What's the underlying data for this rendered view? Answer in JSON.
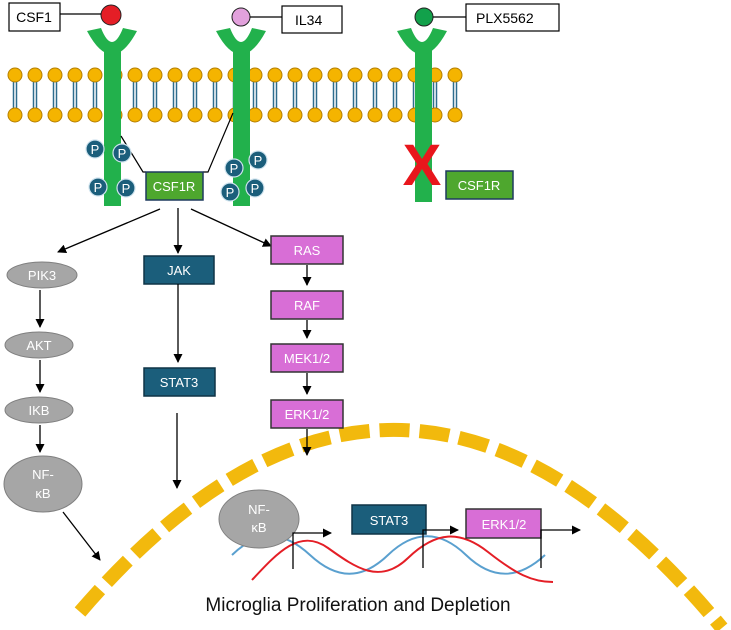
{
  "ligands": {
    "csf1": {
      "label": "CSF1",
      "color": "#e41e26"
    },
    "il34": {
      "label": "IL34",
      "color": "#e2a1dc"
    },
    "plx": {
      "label": "PLX5562",
      "color": "#12a14b"
    }
  },
  "receptor": {
    "label": "CSF1R",
    "color": "#22b14c",
    "label_bg": "#4ea72e"
  },
  "blocked_receptor": {
    "label": "CSF1R",
    "inhibition_mark": "X",
    "mark_color": "#e8161c"
  },
  "phospho_label": "P",
  "pi3k_pathway": [
    "PIK3",
    "AKT",
    "IKB",
    "NF-κB"
  ],
  "jak_pathway": [
    "JAK",
    "STAT3"
  ],
  "mapk_pathway": [
    "RAS",
    "RAF",
    "MEK1/2",
    "ERK1/2"
  ],
  "nucleus_factors": [
    "NF-κB",
    "STAT3",
    "ERK1/2"
  ],
  "caption": "Microglia Proliferation and Depletion",
  "colors": {
    "teal": "#1b5e7b",
    "magenta": "#d86ed6",
    "grey": "#a6a6a6",
    "lipid_head": "#f5b400",
    "lipid_tail": "#2e6d8e",
    "nucleus_dash": "#f2b90d",
    "phospho": "#1b5e7b",
    "wave_blue": "#5aa0cf",
    "wave_red": "#e41e26"
  }
}
